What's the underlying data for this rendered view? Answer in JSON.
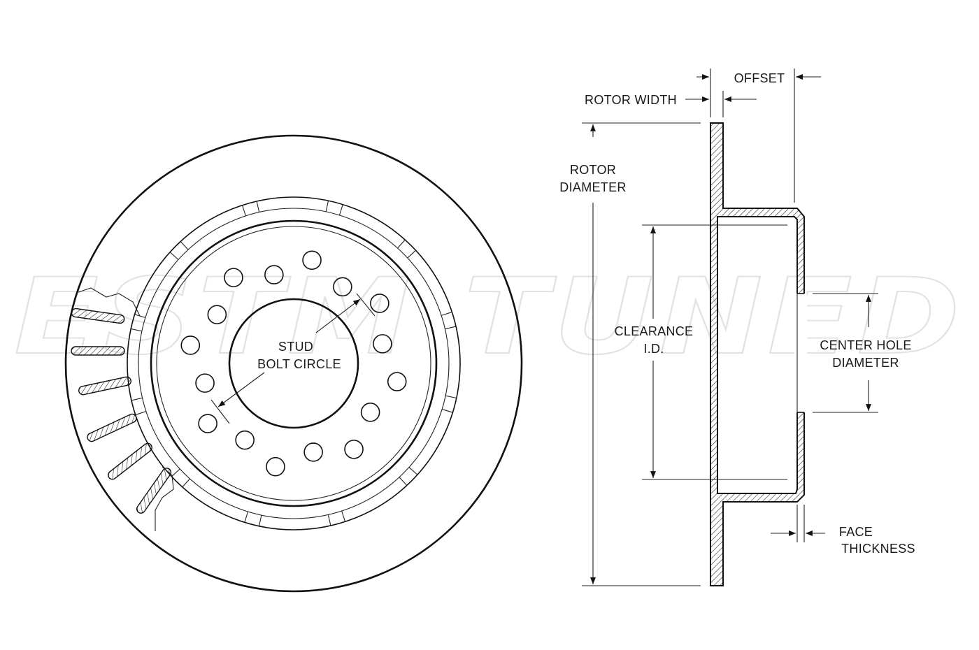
{
  "watermark": {
    "text": "ESTM TUNED"
  },
  "face_view": {
    "stud_bolt_circle_label_line1": "STUD",
    "stud_bolt_circle_label_line2": "BOLT CIRCLE"
  },
  "section_view": {
    "offset_label": "OFFSET",
    "rotor_width_label": "ROTOR WIDTH",
    "rotor_diameter_label_line1": "ROTOR",
    "rotor_diameter_label_line2": "DIAMETER",
    "clearance_id_label_line1": "CLEARANCE",
    "clearance_id_label_line2": "I.D.",
    "center_hole_label_line1": "CENTER HOLE",
    "center_hole_label_line2": "DIAMETER",
    "face_thickness_label_line1": "FACE",
    "face_thickness_label_line2": "THICKNESS"
  }
}
